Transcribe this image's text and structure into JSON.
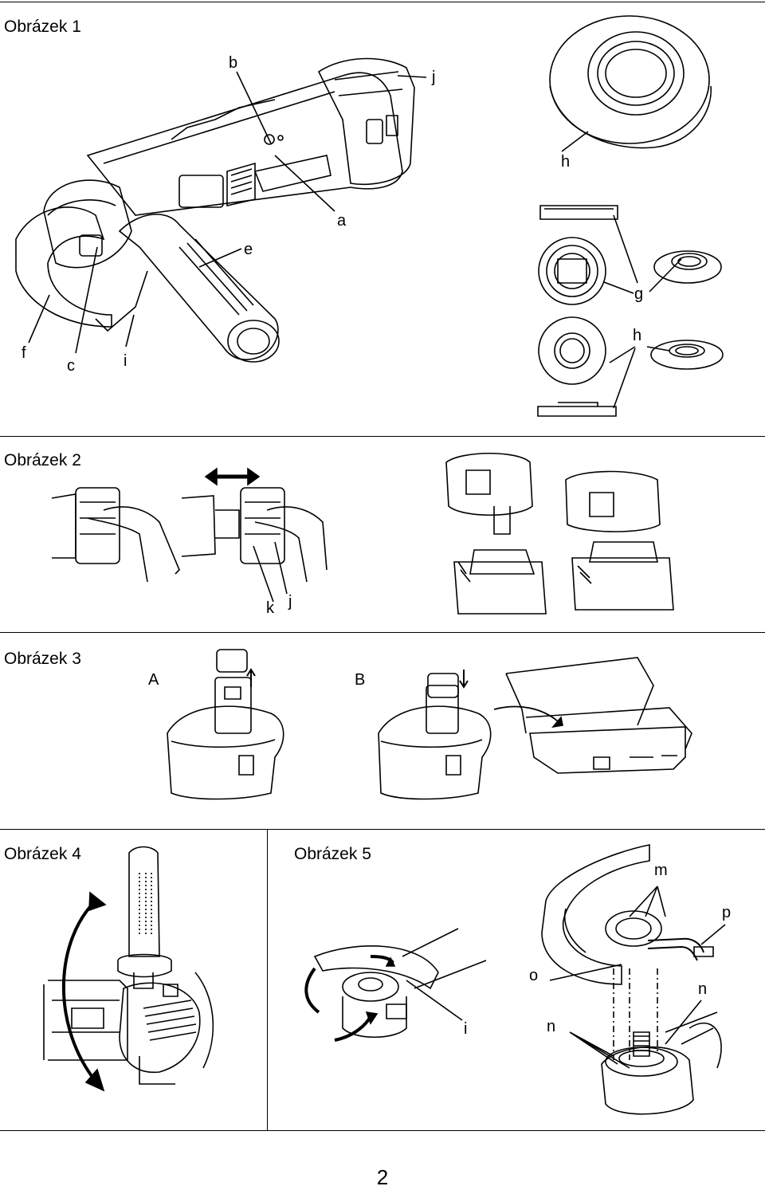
{
  "figures": {
    "fig1": {
      "caption": "Obrázek 1",
      "labels": {
        "b": "b",
        "j": "j",
        "h_top": "h",
        "a": "a",
        "e": "e",
        "g": "g",
        "h_mid": "h",
        "f": "f",
        "c": "c",
        "i": "i"
      }
    },
    "fig2": {
      "caption": "Obrázek 2",
      "labels": {
        "k": "k",
        "j": "j"
      }
    },
    "fig3": {
      "caption": "Obrázek 3",
      "labels": {
        "A": "A",
        "B": "B"
      }
    },
    "fig4": {
      "caption": "Obrázek 4"
    },
    "fig5": {
      "caption": "Obrázek 5",
      "labels": {
        "m": "m",
        "p": "p",
        "o": "o",
        "n_right": "n",
        "n_left": "n",
        "i": "i"
      }
    }
  },
  "page_number": "2",
  "colors": {
    "line": "#000000",
    "background": "#ffffff"
  }
}
